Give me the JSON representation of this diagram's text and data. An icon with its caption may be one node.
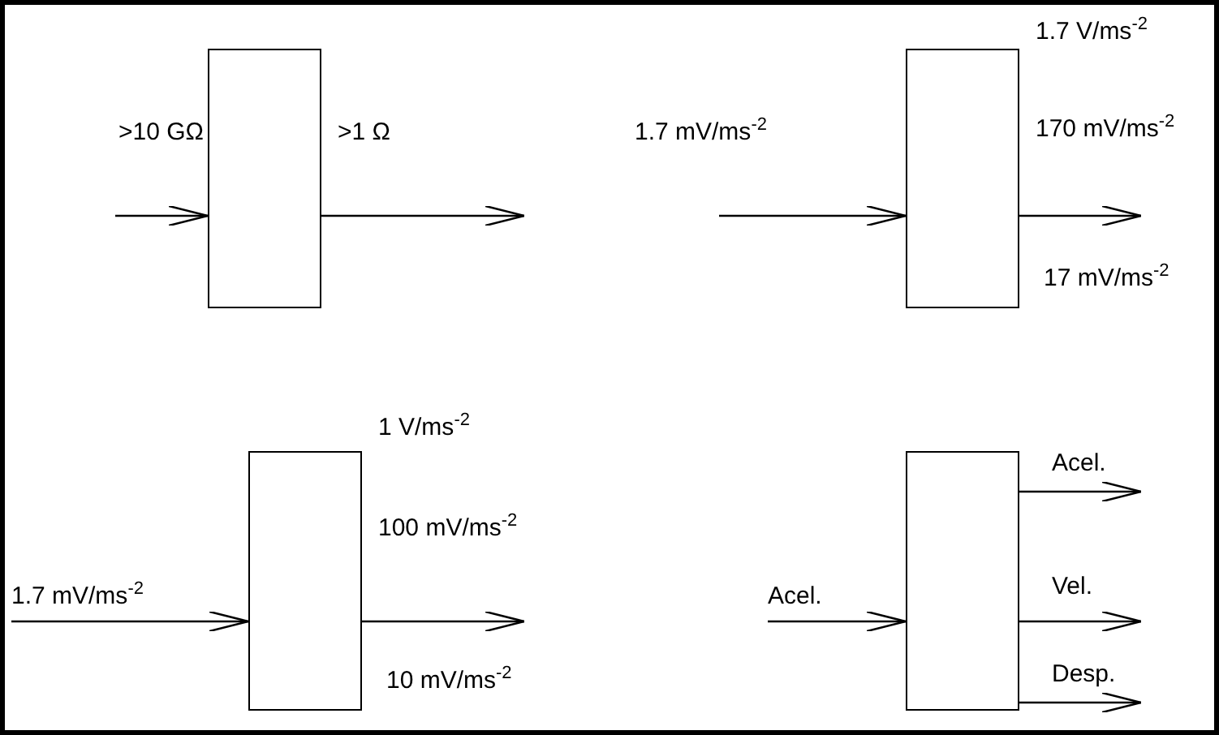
{
  "diagram": {
    "nodes": [
      {
        "text": [],
        "shape": "box"
      },
      {
        "text": [],
        "shape": "box"
      },
      {
        "text": [],
        "shape": "box"
      },
      {
        "text": [],
        "shape": "box"
      }
    ],
    "edges": [
      {
        "from": null,
        "to": 0,
        "arrow": "to",
        "label": ">10 GΩ"
      },
      {
        "from": 0,
        "to": null,
        "arrow": "to",
        "label": ">1 Ω"
      },
      {
        "from": null,
        "to": 1,
        "arrow": "to",
        "label": "1.7 mV/ms$^{-2}$"
      },
      {
        "from": 1,
        "to": null,
        "arrow": "to"
      },
      {
        "from": null,
        "to": 2,
        "arrow": "to",
        "label": "1.7 mV/ms$^{-2}$"
      },
      {
        "from": 2,
        "to": null,
        "arrow": "to"
      },
      {
        "from": null,
        "to": 3,
        "arrow": "to",
        "label": "Acel."
      },
      {
        "from": 3,
        "to": null,
        "arrow": "to",
        "label": "Acel."
      },
      {
        "from": 3,
        "to": null,
        "arrow": "to",
        "label": "Vel."
      },
      {
        "from": 3,
        "to": null,
        "arrow": "to",
        "label": "Desp."
      }
    ],
    "labels": [
      "1.7 V/ms$^{-2}$",
      "170 mV/ms$^{-2}$",
      "17 mV/ms$^{-2}$",
      "1 V/ms$^{-2}$",
      "100 mV/ms$^{-2}$",
      "10 mV/ms$^{-2}$"
    ]
  }
}
